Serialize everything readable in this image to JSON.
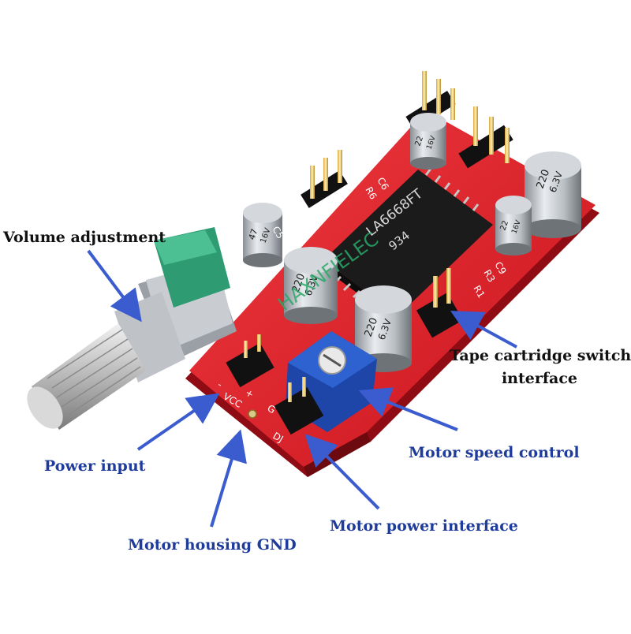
{
  "labels": {
    "volume": "Volume adjustment",
    "tape_line1": "Tape cartridge switch",
    "tape_line2": "interface",
    "speed": "Motor speed control",
    "power_input": "Power input",
    "motor_power": "Motor power interface",
    "motor_gnd": "Motor housing GND"
  },
  "board": {
    "watermark": "HAXNFIELEC",
    "chip_marking_1": "LA6668FT",
    "chip_marking_2": "934",
    "cap_large_1": "220",
    "cap_large_1_b": "6.3V",
    "cap_large_2": "220",
    "cap_large_2_b": "6.3V",
    "cap_large_3": "220",
    "cap_large_3_b": "6.3V",
    "cap_small_1": "47",
    "cap_small_1_b": "16V",
    "cap_small_2": "22",
    "cap_small_2_b": "16V",
    "cap_small_3": "22",
    "cap_small_3_b": "16V",
    "silk_vcc": "VCC",
    "silk_plus": "+",
    "silk_minus": "-",
    "silk_g": "G",
    "silk_dj": "DJ",
    "silk_r6": "R6",
    "silk_c6": "C6",
    "silk_c5": "C5",
    "silk_r3": "R3",
    "silk_r1": "R1",
    "silk_c9": "C9"
  },
  "colors": {
    "pcb": "#e0202a",
    "pcb_dark": "#a8101a",
    "arrow": "#3a5ccf",
    "knob_cap": "#2e9b73",
    "trimmer": "#2b59c8"
  }
}
